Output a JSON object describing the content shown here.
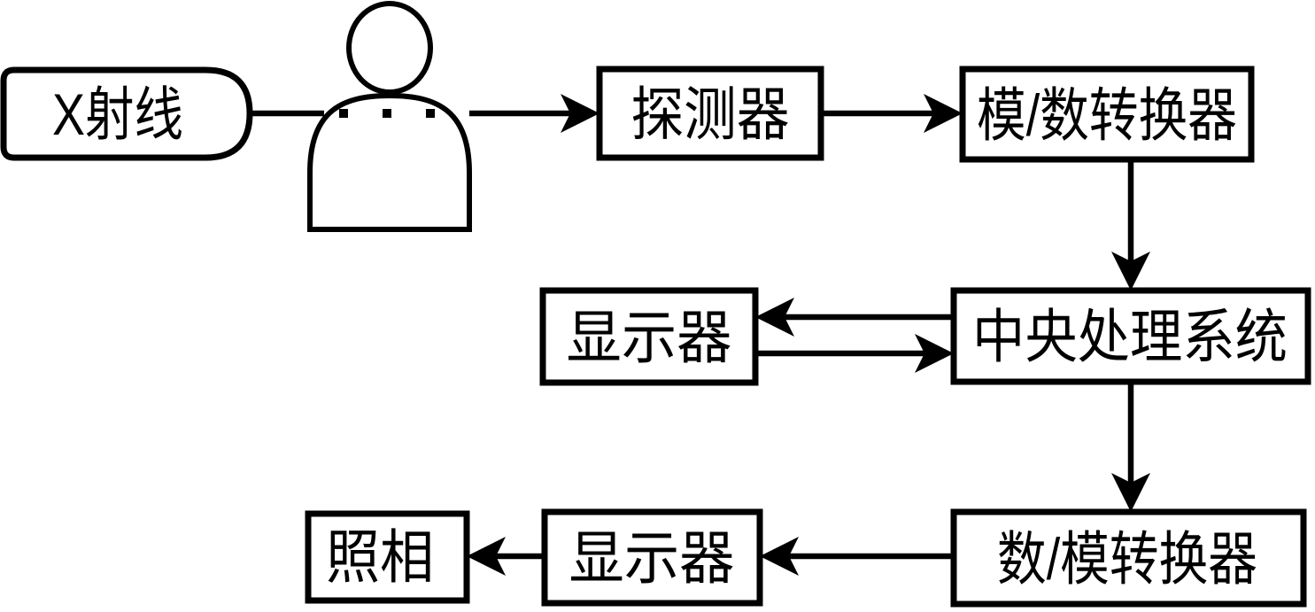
{
  "diagram": {
    "description": "X-ray digital imaging system flowchart",
    "colors": {
      "stroke": "#000000",
      "background": "#ffffff",
      "text": "#000000"
    },
    "nodes": {
      "xray_source": {
        "label": "X射线",
        "shape": "stadium"
      },
      "patient": {
        "icon": "person-icon",
        "shape": "figure"
      },
      "detector": {
        "label": "探测器",
        "shape": "rect"
      },
      "adc": {
        "label": "模/数转换器",
        "shape": "rect"
      },
      "cpu": {
        "label": "中央处理系统",
        "shape": "rect"
      },
      "display_main": {
        "label": "显示器",
        "shape": "rect"
      },
      "dac": {
        "label": "数/模转换器",
        "shape": "rect"
      },
      "display_output": {
        "label": "显示器",
        "shape": "rect"
      },
      "camera": {
        "label": "照相",
        "shape": "rect"
      }
    },
    "edges": [
      {
        "from": "xray_source",
        "to": "patient",
        "style": "beam-line"
      },
      {
        "from": "patient",
        "to": "detector",
        "style": "arrow"
      },
      {
        "from": "detector",
        "to": "adc",
        "style": "arrow"
      },
      {
        "from": "adc",
        "to": "cpu",
        "style": "arrow"
      },
      {
        "from": "cpu",
        "to": "display_main",
        "style": "arrow"
      },
      {
        "from": "display_main",
        "to": "cpu",
        "style": "arrow"
      },
      {
        "from": "cpu",
        "to": "dac",
        "style": "arrow"
      },
      {
        "from": "dac",
        "to": "display_output",
        "style": "arrow"
      },
      {
        "from": "display_output",
        "to": "camera",
        "style": "arrow"
      }
    ]
  }
}
